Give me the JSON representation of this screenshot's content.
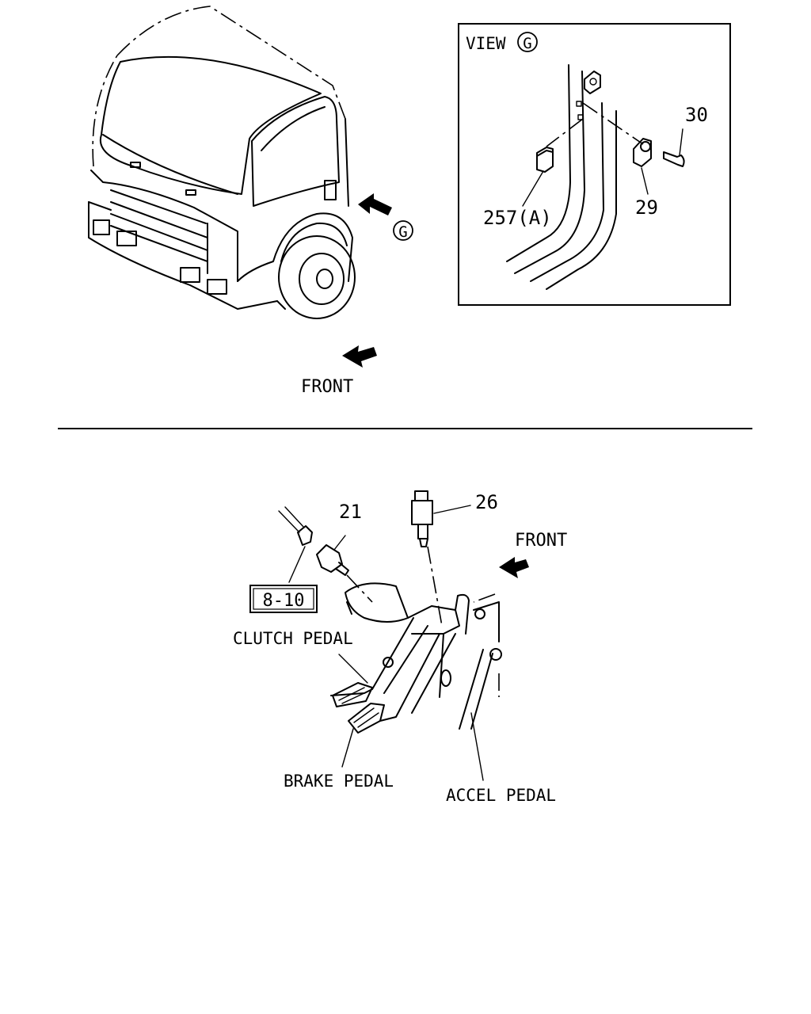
{
  "view_box": {
    "title": "VIEW",
    "marker": "G"
  },
  "view_marker": "G",
  "front_labels": [
    "FRONT",
    "FRONT"
  ],
  "parts": {
    "p30": "30",
    "p29": "29",
    "p257": "257(A)",
    "p21": "21",
    "p26": "26",
    "ref": "8-10"
  },
  "pedals": {
    "clutch": "CLUTCH PEDAL",
    "brake": "BRAKE PEDAL",
    "accel": "ACCEL PEDAL"
  }
}
